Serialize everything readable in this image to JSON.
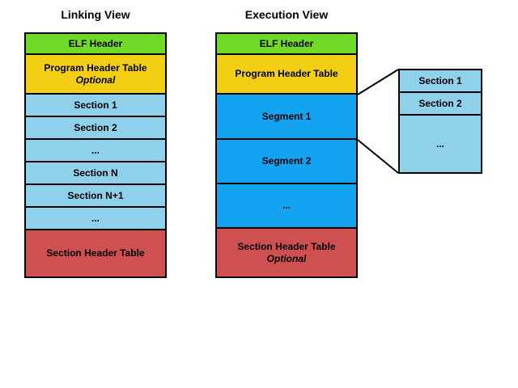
{
  "diagram": {
    "title_linking": "Linking View",
    "title_execution": "Execution View",
    "colors": {
      "green": "#6fdb26",
      "yellow": "#f2ce14",
      "light_blue": "#8fd0ea",
      "blue": "#14a3f0",
      "red": "#cf5050",
      "outline": "#000000",
      "background": "#ffffff"
    },
    "linking_view": {
      "rows": [
        {
          "label": "ELF Header",
          "sub": "",
          "color": "green"
        },
        {
          "label": "Program Header Table",
          "sub": "Optional",
          "color": "yellow"
        },
        {
          "label": "Section 1",
          "sub": "",
          "color": "light_blue"
        },
        {
          "label": "Section 2",
          "sub": "",
          "color": "light_blue"
        },
        {
          "label": "...",
          "sub": "",
          "color": "light_blue"
        },
        {
          "label": "Section N",
          "sub": "",
          "color": "light_blue"
        },
        {
          "label": "Section N+1",
          "sub": "",
          "color": "light_blue"
        },
        {
          "label": "...",
          "sub": "",
          "color": "light_blue"
        },
        {
          "label": "Section Header Table",
          "sub": "",
          "color": "red"
        }
      ]
    },
    "execution_view": {
      "rows": [
        {
          "label": "ELF Header",
          "sub": "",
          "color": "green"
        },
        {
          "label": "Program Header Table",
          "sub": "",
          "color": "yellow"
        },
        {
          "label": "Segment 1",
          "sub": "",
          "color": "blue"
        },
        {
          "label": "Segment 2",
          "sub": "",
          "color": "blue"
        },
        {
          "label": "...",
          "sub": "",
          "color": "blue"
        },
        {
          "label": "Section Header Table",
          "sub": "Optional",
          "color": "red"
        }
      ]
    },
    "segment_detail": {
      "rows": [
        {
          "label": "Section 1",
          "color": "light_blue"
        },
        {
          "label": "Section 2",
          "color": "light_blue"
        },
        {
          "label": "...",
          "color": "light_blue"
        }
      ]
    }
  }
}
